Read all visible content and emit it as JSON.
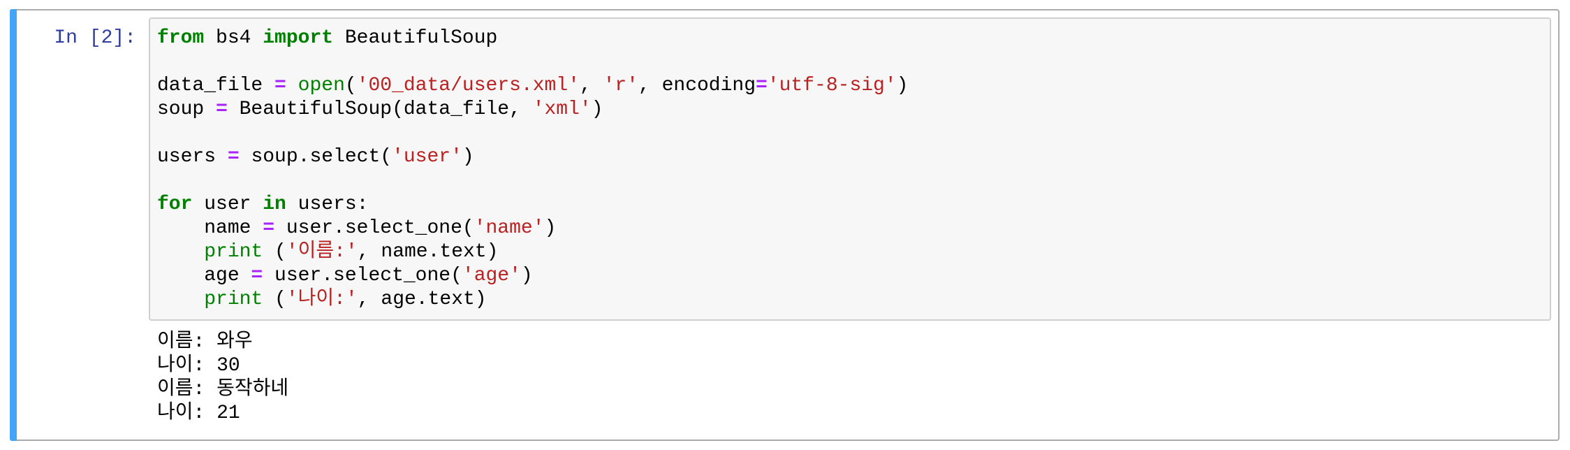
{
  "cell": {
    "prompt": "In [2]:",
    "code_lines": [
      [
        {
          "t": "kw",
          "v": "from"
        },
        {
          "t": "plain",
          "v": " bs4 "
        },
        {
          "t": "kw",
          "v": "import"
        },
        {
          "t": "plain",
          "v": " BeautifulSoup"
        }
      ],
      [],
      [
        {
          "t": "plain",
          "v": "data_file "
        },
        {
          "t": "op",
          "v": "="
        },
        {
          "t": "plain",
          "v": " "
        },
        {
          "t": "builtin",
          "v": "open"
        },
        {
          "t": "plain",
          "v": "("
        },
        {
          "t": "str",
          "v": "'00_data/users.xml'"
        },
        {
          "t": "plain",
          "v": ", "
        },
        {
          "t": "str",
          "v": "'r'"
        },
        {
          "t": "plain",
          "v": ", encoding"
        },
        {
          "t": "op",
          "v": "="
        },
        {
          "t": "str",
          "v": "'utf-8-sig'"
        },
        {
          "t": "plain",
          "v": ")"
        }
      ],
      [
        {
          "t": "plain",
          "v": "soup "
        },
        {
          "t": "op",
          "v": "="
        },
        {
          "t": "plain",
          "v": " BeautifulSoup(data_file, "
        },
        {
          "t": "str",
          "v": "'xml'"
        },
        {
          "t": "plain",
          "v": ")"
        }
      ],
      [],
      [
        {
          "t": "plain",
          "v": "users "
        },
        {
          "t": "op",
          "v": "="
        },
        {
          "t": "plain",
          "v": " soup.select("
        },
        {
          "t": "str",
          "v": "'user'"
        },
        {
          "t": "plain",
          "v": ")"
        }
      ],
      [],
      [
        {
          "t": "kw",
          "v": "for"
        },
        {
          "t": "plain",
          "v": " user "
        },
        {
          "t": "kw",
          "v": "in"
        },
        {
          "t": "plain",
          "v": " users:"
        }
      ],
      [
        {
          "t": "plain",
          "v": "    name "
        },
        {
          "t": "op",
          "v": "="
        },
        {
          "t": "plain",
          "v": " user.select_one("
        },
        {
          "t": "str",
          "v": "'name'"
        },
        {
          "t": "plain",
          "v": ")"
        }
      ],
      [
        {
          "t": "plain",
          "v": "    "
        },
        {
          "t": "builtin",
          "v": "print"
        },
        {
          "t": "plain",
          "v": " ("
        },
        {
          "t": "str",
          "v": "'이름:'"
        },
        {
          "t": "plain",
          "v": ", name.text)"
        }
      ],
      [
        {
          "t": "plain",
          "v": "    age "
        },
        {
          "t": "op",
          "v": "="
        },
        {
          "t": "plain",
          "v": " user.select_one("
        },
        {
          "t": "str",
          "v": "'age'"
        },
        {
          "t": "plain",
          "v": ")"
        }
      ],
      [
        {
          "t": "plain",
          "v": "    "
        },
        {
          "t": "builtin",
          "v": "print"
        },
        {
          "t": "plain",
          "v": " ("
        },
        {
          "t": "str",
          "v": "'나이:'"
        },
        {
          "t": "plain",
          "v": ", age.text)"
        }
      ]
    ],
    "output_lines": [
      "이름: 와우",
      "나이: 30",
      "이름: 동작하네",
      "나이: 21"
    ]
  },
  "colors": {
    "selected_cell_bar": "#42A5F5",
    "cell_border": "#ababab",
    "input_bg": "#f7f7f7",
    "input_border": "#cfcfcf",
    "prompt": "#303F9F",
    "keyword": "#008000",
    "builtin": "#008000",
    "operator": "#AA22FF",
    "string": "#BA2121"
  }
}
